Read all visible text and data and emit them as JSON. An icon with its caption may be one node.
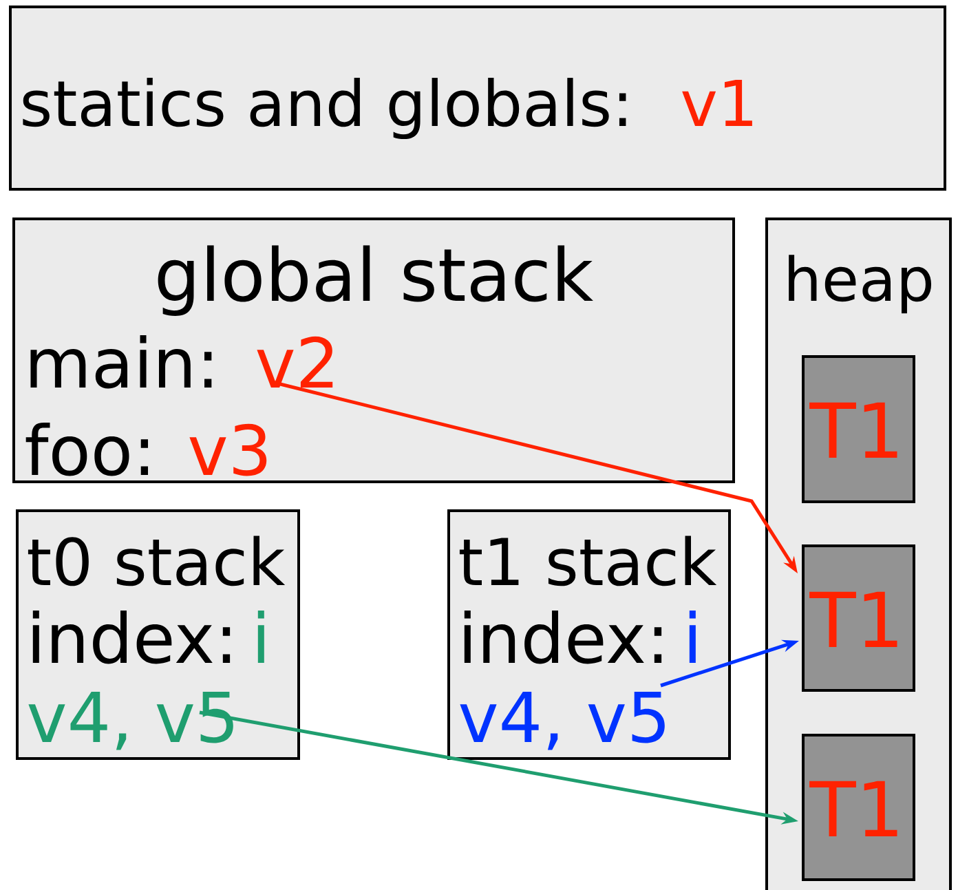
{
  "diagram": {
    "nodes": [
      {
        "text": [
          "statics and globals:",
          "v1"
        ]
      },
      {
        "text": [
          "global stack",
          "main:",
          "v2",
          "foo:",
          "v3"
        ]
      },
      {
        "text": [
          "t0 stack",
          "index:",
          "i",
          "v4, v5"
        ]
      },
      {
        "text": [
          "t1 stack",
          "index:",
          "i",
          "v4, v5"
        ]
      },
      {
        "text": [
          "heap"
        ]
      },
      {
        "text": [
          "T1"
        ],
        "in": 4
      },
      {
        "text": [
          "T1"
        ],
        "in": 4
      },
      {
        "text": [
          "T1"
        ],
        "in": 4
      }
    ],
    "edges": [
      {
        "from": 1,
        "to": 6,
        "arrow": "to",
        "color": "#ff2200"
      },
      {
        "from": 3,
        "to": 6,
        "arrow": "to",
        "color": "#0033ff"
      },
      {
        "from": 2,
        "to": 7,
        "arrow": "to",
        "color": "#1f9e6f"
      }
    ]
  }
}
